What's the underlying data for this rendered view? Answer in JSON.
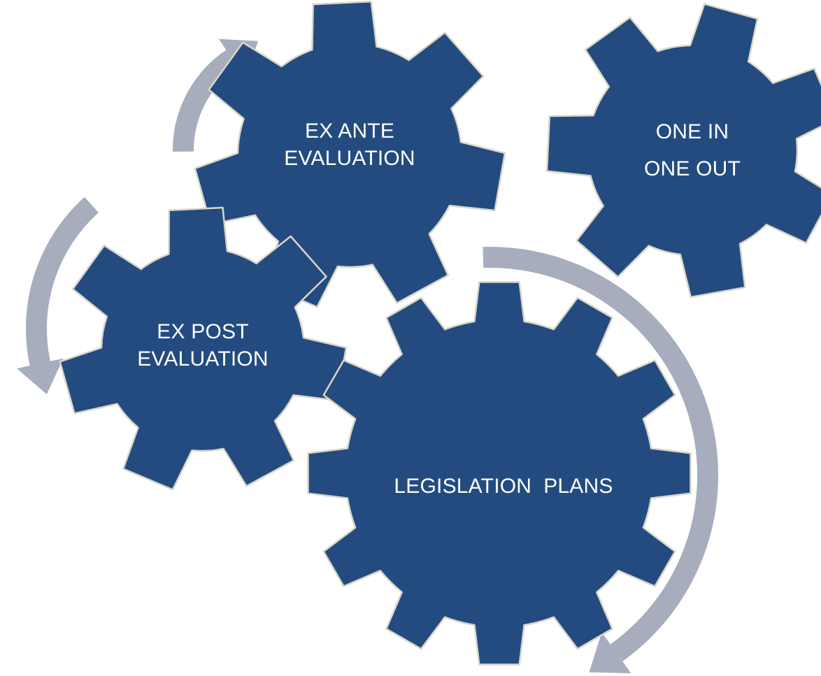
{
  "diagram": {
    "colors": {
      "gear_fill": "#234b7f",
      "gear_outline": "#d8d6c8",
      "arrow": "#a7adbd",
      "label": "#ffffff",
      "background": "#ffffff"
    },
    "gears": [
      {
        "id": "ex-ante",
        "label": "EX ANTE\nEVALUATION",
        "teeth": 7
      },
      {
        "id": "one-in-one-out",
        "label": "ONE IN\nONE OUT",
        "teeth": 7
      },
      {
        "id": "ex-post",
        "label": "EX POST\nEVALUATION",
        "teeth": 7
      },
      {
        "id": "legislation-plans",
        "label": "LEGISLATION  PLANS",
        "teeth": 12
      }
    ],
    "arrows": [
      {
        "id": "arrow-upper-left",
        "direction": "up"
      },
      {
        "id": "arrow-left",
        "direction": "down"
      },
      {
        "id": "arrow-right",
        "direction": "down"
      }
    ]
  }
}
